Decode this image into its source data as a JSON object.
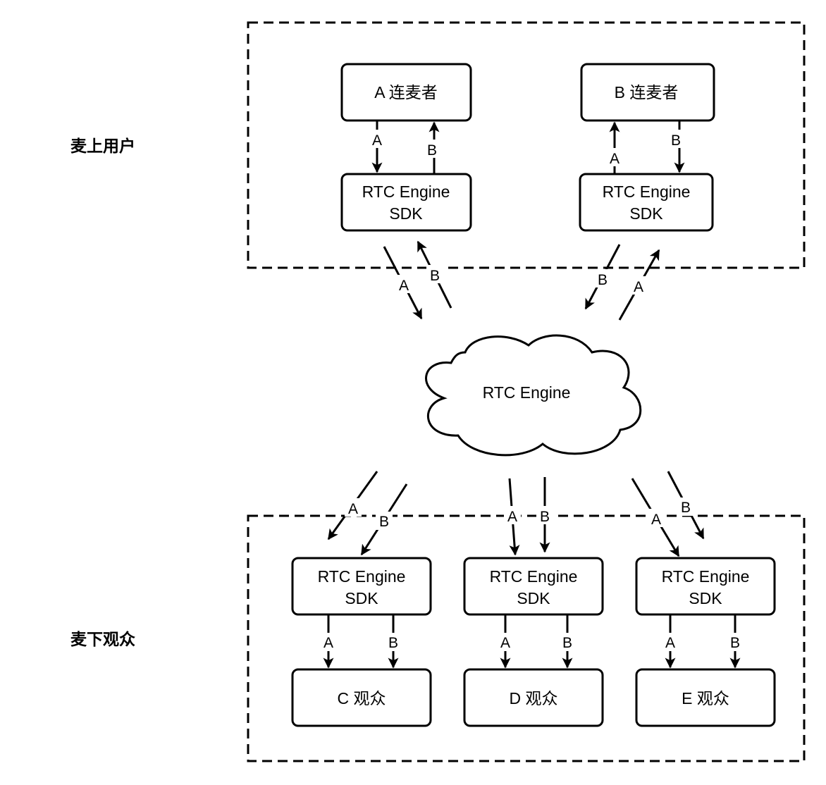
{
  "groups": {
    "top": {
      "label": "麦上用户"
    },
    "bottom": {
      "label": "麦下观众"
    }
  },
  "nodes": {
    "hostA": "A 连麦者",
    "hostB": "B 连麦者",
    "sdkLine1": "RTC Engine",
    "sdkLine2": "SDK",
    "cloud": "RTC Engine",
    "viewerC": "C 观众",
    "viewerD": "D 观众",
    "viewerE": "E 观众"
  },
  "streams": {
    "a": "A",
    "b": "B"
  }
}
